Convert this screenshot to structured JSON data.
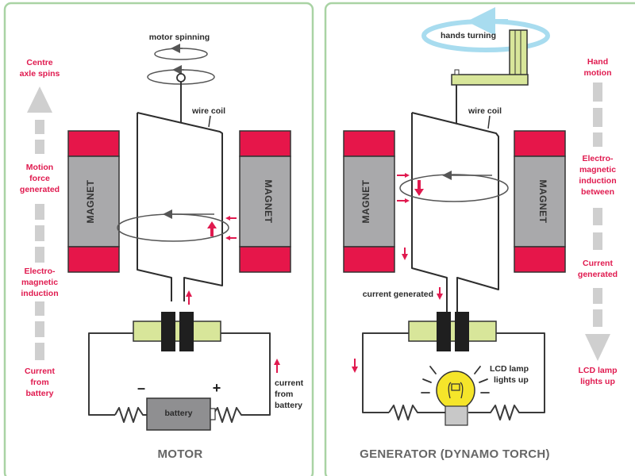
{
  "motor": {
    "title": "MOTOR",
    "labels": {
      "spinning": "motor spinning",
      "wire_coil": "wire coil",
      "magnet_left": "MAGNET",
      "magnet_right": "MAGNET",
      "battery": "battery",
      "minus": "–",
      "plus": "+",
      "current_note": [
        "current",
        "from",
        "battery"
      ]
    },
    "side_steps": [
      {
        "lines": [
          "Centre",
          "axle spins"
        ]
      },
      {
        "lines": [
          "Motion",
          "force",
          "generated"
        ]
      },
      {
        "lines": [
          "Electro-",
          "magnetic",
          "induction"
        ]
      },
      {
        "lines": [
          "Current",
          "from",
          "battery"
        ]
      }
    ],
    "flow_direction": "up"
  },
  "generator": {
    "title": "GENERATOR (DYNAMO TORCH)",
    "labels": {
      "hands_turning": "hands turning",
      "wire_coil": "wire coil",
      "magnet_left": "MAGNET",
      "magnet_right": "MAGNET",
      "current_generated": "current generated",
      "lamp": [
        "LCD lamp",
        "lights up"
      ]
    },
    "side_steps": [
      {
        "lines": [
          "Hand",
          "motion"
        ]
      },
      {
        "lines": [
          "Electro-",
          "magnetic",
          "induction",
          "between"
        ]
      },
      {
        "lines": [
          "Current",
          "generated"
        ]
      },
      {
        "lines": [
          "LCD lamp",
          "lights up"
        ]
      }
    ],
    "flow_direction": "down"
  },
  "colors": {
    "magnet_pole": "#e6164a",
    "magnet_body": "#a9a9ab",
    "annotation_red": "#e01a4f",
    "commutator_green": "#d8e69a",
    "lamp_yellow": "#f5e52a",
    "hand_swirl_blue": "#a8dcef",
    "panel_border": "#a9d3a4"
  }
}
